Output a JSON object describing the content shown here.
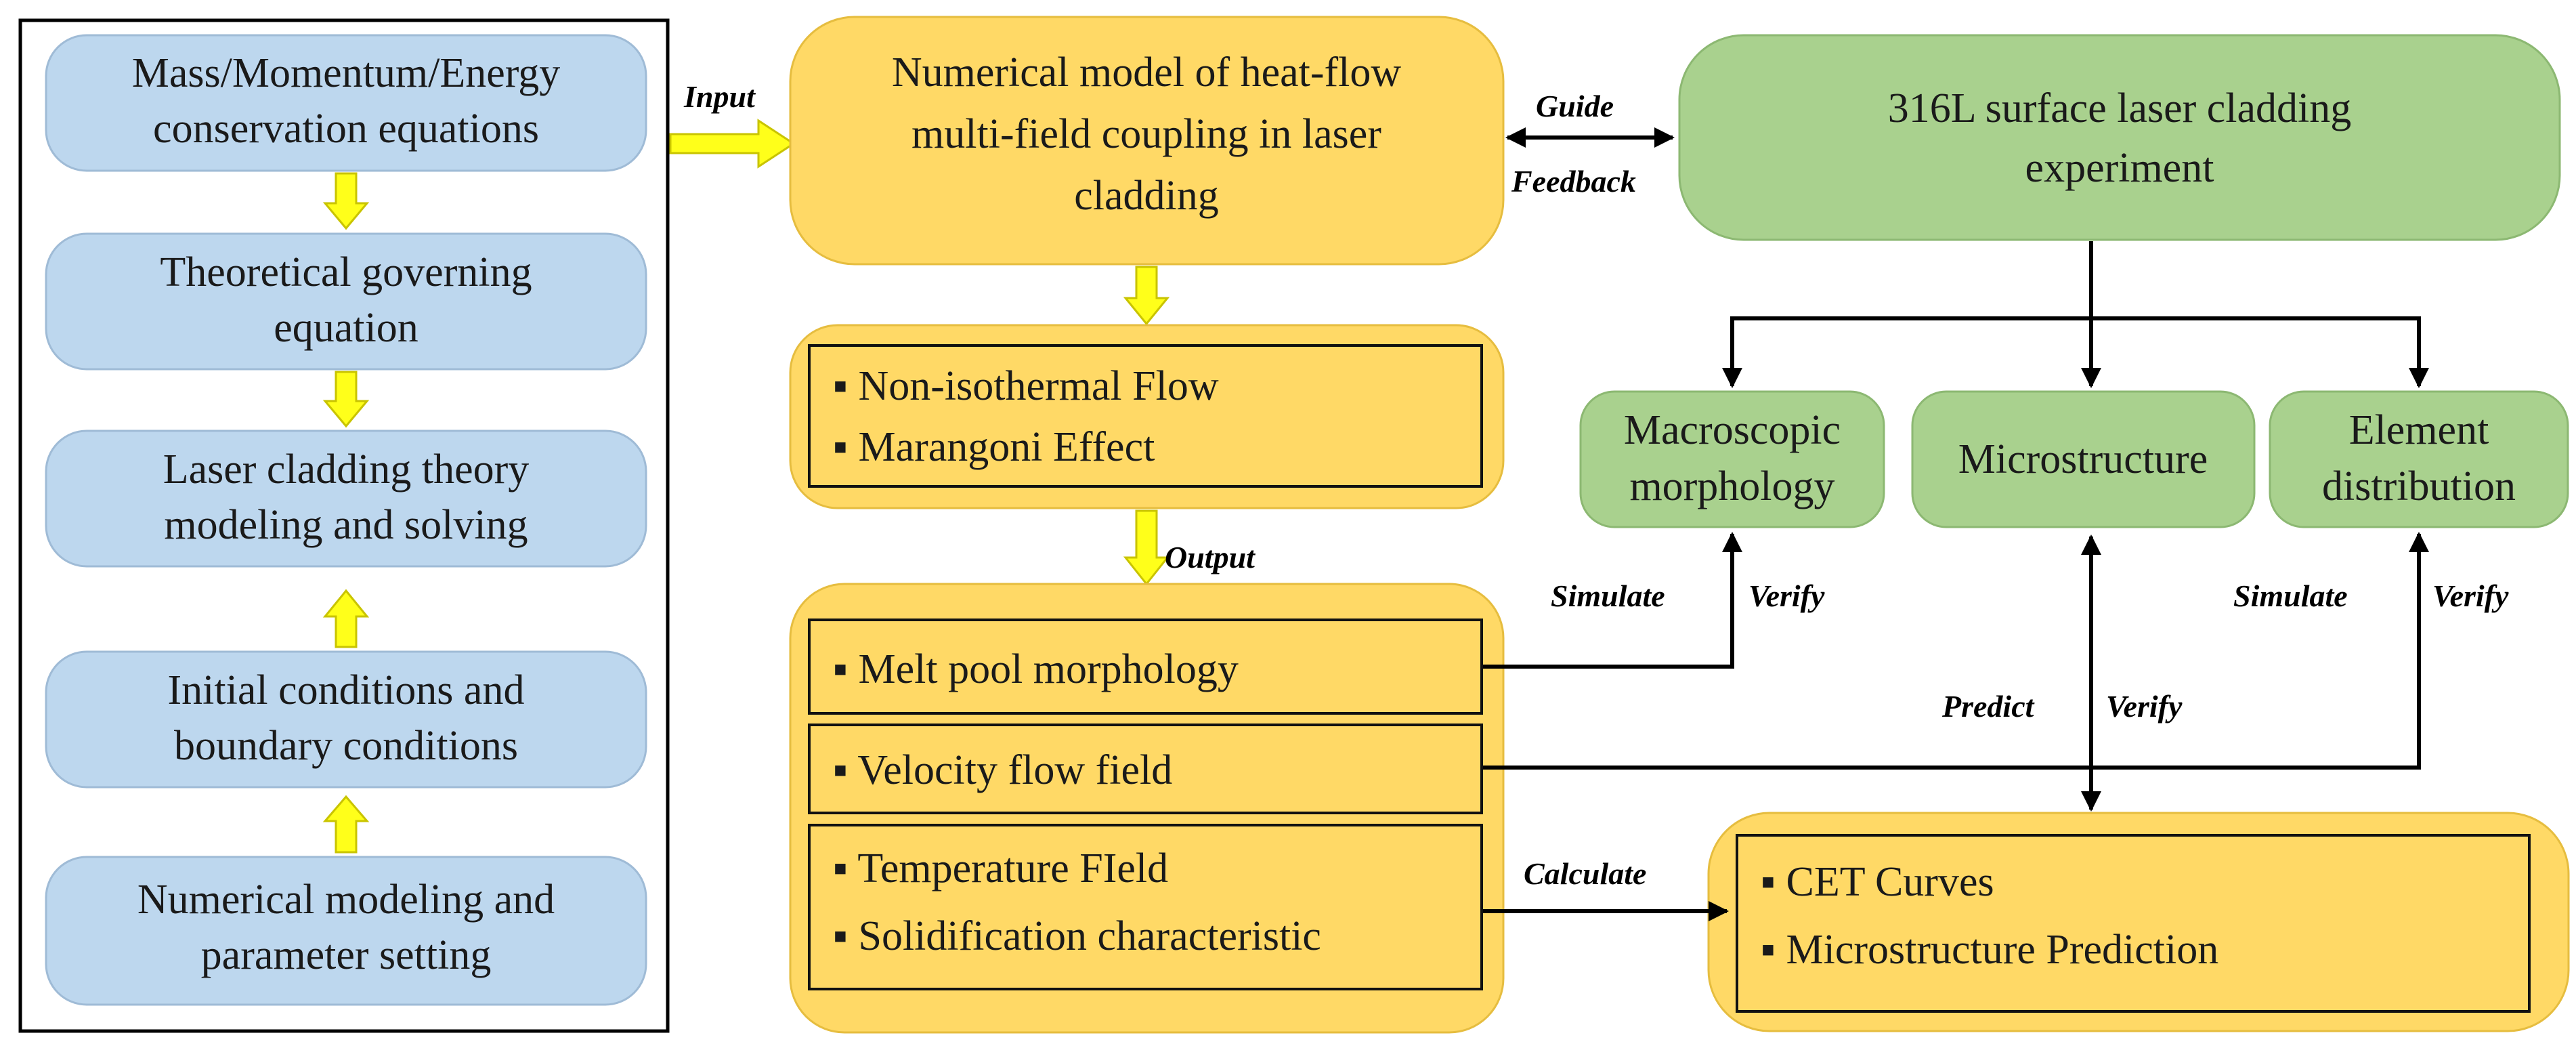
{
  "nodes": {
    "mass_eq": {
      "lines": [
        "Mass/Momentum/Energy",
        "conservation equations"
      ]
    },
    "theory_eq": {
      "lines": [
        "Theoretical governing",
        "equation"
      ]
    },
    "laser_theory": {
      "lines": [
        "Laser cladding theory",
        "modeling and solving"
      ]
    },
    "initial_cond": {
      "lines": [
        "Initial conditions and",
        "boundary conditions"
      ]
    },
    "num_modeling": {
      "lines": [
        "Numerical modeling and",
        "parameter setting"
      ]
    },
    "num_model": {
      "lines": [
        "Numerical model of heat-flow",
        "multi-field coupling in laser",
        "cladding"
      ]
    },
    "flow_box": {
      "lines": [
        "▪ Non-isothermal Flow",
        "▪ Marangoni Effect"
      ]
    },
    "melt_pool": {
      "lines": [
        "▪ Melt pool morphology"
      ]
    },
    "velocity": {
      "lines": [
        "▪ Velocity flow field"
      ]
    },
    "temperature": {
      "lines": [
        "▪ Temperature FIeld",
        "▪ Solidification characteristic"
      ]
    },
    "experiment": {
      "lines": [
        "316L surface laser cladding",
        "experiment"
      ]
    },
    "macro": {
      "lines": [
        "Macroscopic",
        "morphology"
      ]
    },
    "micro": {
      "lines": [
        "Microstructure"
      ]
    },
    "element": {
      "lines": [
        "Element",
        "distribution"
      ]
    },
    "cet": {
      "lines": [
        "▪ CET Curves",
        "▪ Microstructure Prediction"
      ]
    }
  },
  "edge_labels": {
    "input": "Input",
    "output": "Output",
    "guide": "Guide",
    "feedback": "Feedback",
    "simulate_macro": "Simulate",
    "verify_macro": "Verify",
    "simulate_element": "Simulate",
    "verify_element": "Verify",
    "predict": "Predict",
    "verify_micro": "Verify",
    "calculate": "Calculate"
  },
  "colors": {
    "blue_node": "#bdd7ee",
    "orange_node": "#ffd966",
    "green_node": "#a9d18e",
    "yellow_arrow": "#ffff1a"
  }
}
